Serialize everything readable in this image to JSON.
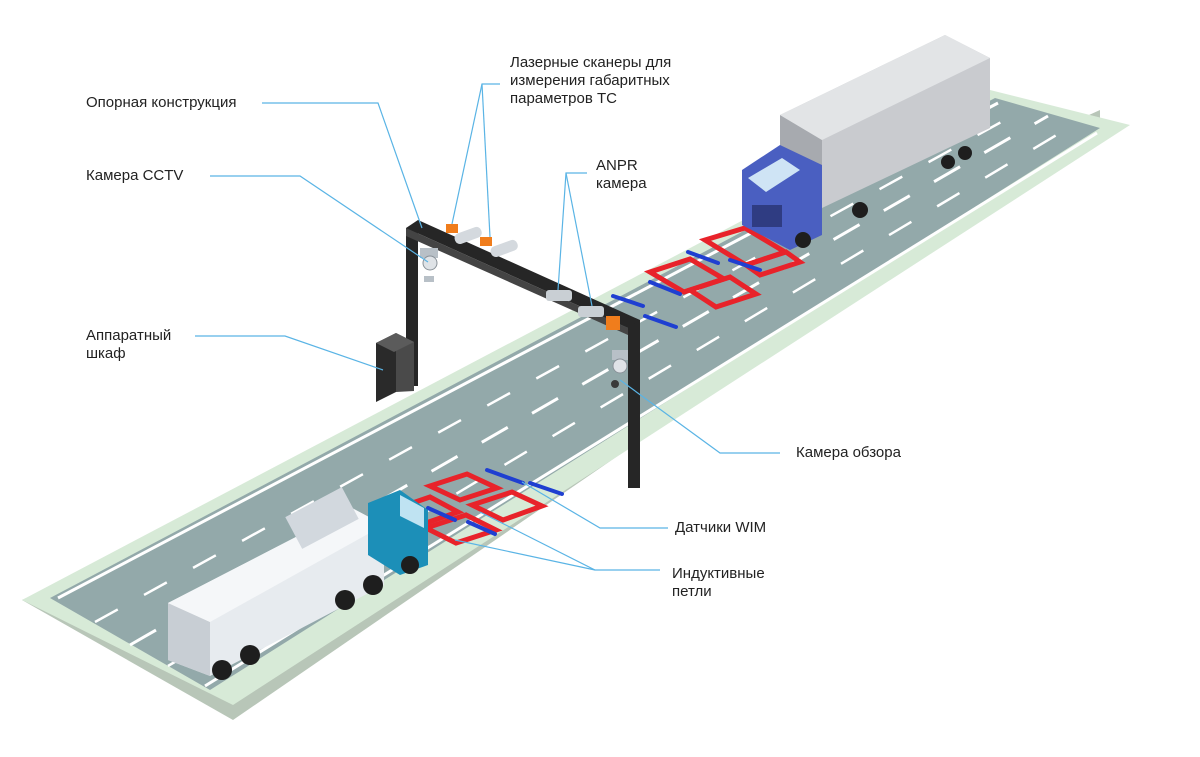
{
  "labels": {
    "support_structure": "Опорная конструкция",
    "cctv_camera": "Камера CCTV",
    "hardware_cabinet_line1": "Аппаратный",
    "hardware_cabinet_line2": "шкаф",
    "laser_scanners_line1": "Лазерные сканеры для",
    "laser_scanners_line2": "измерения габаритных",
    "laser_scanners_line3": "параметров ТС",
    "anpr_line1": "ANPR",
    "anpr_line2": "камера",
    "overview_camera": "Камера обзора",
    "wim_sensors": "Датчики WIM",
    "inductive_loops_line1": "Индуктивные",
    "inductive_loops_line2": "петли"
  },
  "colors": {
    "leader_line": "#5ab4e5",
    "road_asphalt": "#93a9aa",
    "road_shoulder": "#d7ead7",
    "inductive_loop": "#e8232a",
    "wim_sensor": "#1f3fd1",
    "gantry": "#262626",
    "front_truck_cab": "#4a5fc1",
    "rear_truck_cab": "#1c8fb8"
  }
}
